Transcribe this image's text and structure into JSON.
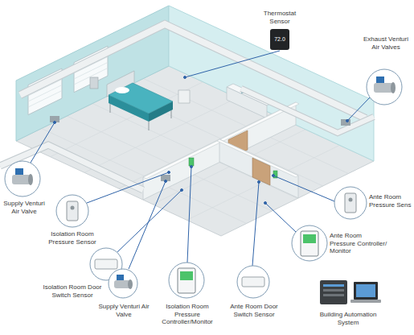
{
  "diagram": {
    "labels": [
      "Thermostat Sensor",
      "72.0",
      "Exhaust Venturi Air Valves",
      "Supply Venturi Air Valve",
      "Isolation Room Pressure Sensor",
      "Isolation Room Door Switch Sensor",
      "Supply Venturi Air Valve",
      "Isolation Room Pressure Controller/Monitor",
      "Ante Room Pressure Sens",
      "Ante Room Pressure Controller/ Monitor",
      "Ante Room Door Switch Sensor",
      "Building Automation System"
    ]
  }
}
